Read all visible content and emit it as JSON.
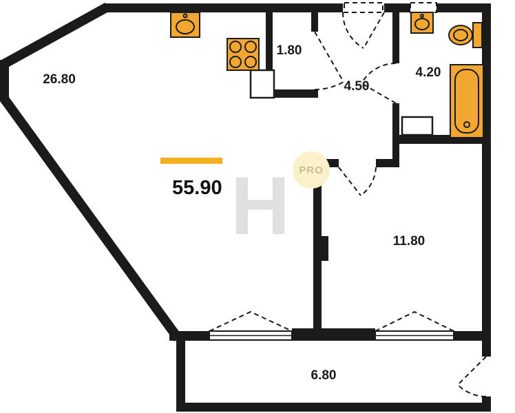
{
  "plan": {
    "total": {
      "area": "55.90"
    },
    "rooms": {
      "living": {
        "area": "26.80"
      },
      "closet": {
        "area": "1.80"
      },
      "hall": {
        "area": "4.50"
      },
      "bathroom": {
        "area": "4.20"
      },
      "bedroom": {
        "area": "11.80"
      },
      "balcony": {
        "area": "6.80"
      }
    },
    "watermark": {
      "letter": "H",
      "badge": "PRO"
    },
    "fixtures": [
      "kitchen-sink-icon",
      "stove-icon",
      "bathroom-sink-icon",
      "toilet-icon",
      "bathtub-icon"
    ],
    "colors": {
      "wall": "#1b1b1b",
      "fixture_fill": "#F2A733",
      "fixture_stroke": "#1b1b1b",
      "accent_bar": "#F2B01E",
      "watermark_gray": "#E0E0E0",
      "badge_bg": "#FAF1CB",
      "badge_text": "#C9BD94"
    }
  }
}
